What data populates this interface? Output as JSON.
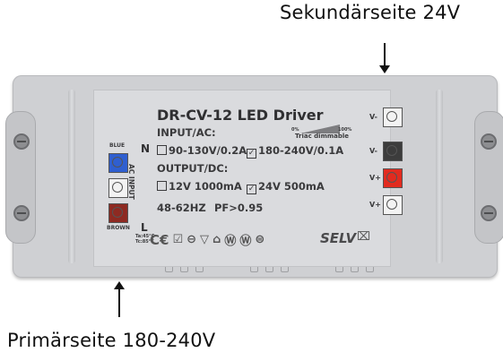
{
  "annotations": {
    "top": "Sekundärseite 24V",
    "bottom": "Primärseite 180-240V"
  },
  "label": {
    "title": "DR-CV-12 LED Driver",
    "input_heading": "INPUT/AC:",
    "input_option_1": "90-130V/0.2A",
    "input_option_2": "180-240V/0.1A",
    "output_heading": "OUTPUT/DC:",
    "output_option_1": "12V 1000mA",
    "output_option_2": "24V 500mA",
    "freq": "48-62HZ",
    "pf": "PF>0.95",
    "dimming": "Triac dimmable",
    "dim_min": "0%",
    "dim_max": "100%",
    "ac_input": "AC INPUT",
    "blue": "BLUE",
    "brown": "BROWN",
    "n": "N",
    "l": "L",
    "ta": "Ta:45°C",
    "tc": "Tc:85°C",
    "selv": "SELV",
    "v_minus": "V-",
    "v_plus": "V+"
  },
  "checkboxes": {
    "input_option_1": false,
    "input_option_2": true,
    "output_option_1": false,
    "output_option_2": true
  },
  "colors": {
    "neutral_terminal": "#2f5fd0",
    "line_terminal": "#8e2a22",
    "vplus_terminal": "#e22b1f",
    "vminus_terminal": "#3c3c3c",
    "housing": "#cfd0d3"
  },
  "icons": [
    "ce-mark",
    "class-ii-icon",
    "f-mark",
    "indoor-use-icon",
    "mm-mark",
    "mm-mark",
    "short-circuit-icon",
    "weee-bin-icon"
  ]
}
